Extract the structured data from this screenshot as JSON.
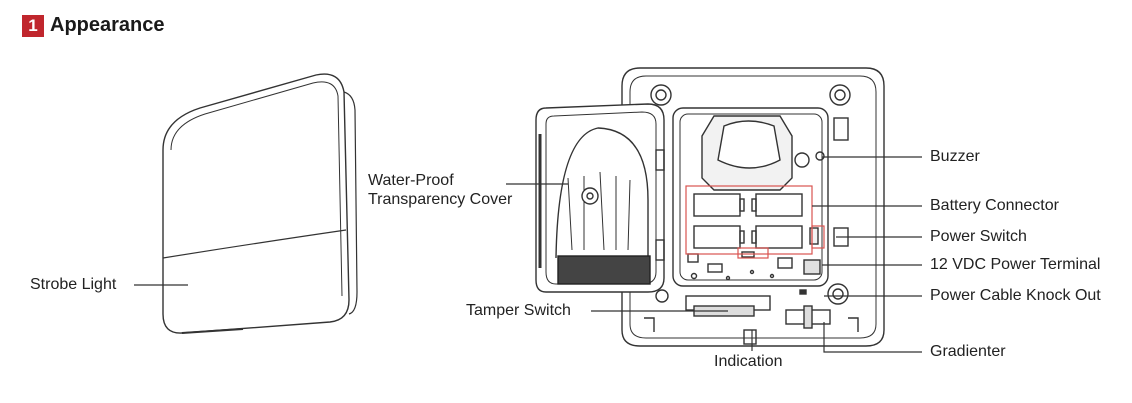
{
  "section": {
    "number": "1",
    "title": "Appearance"
  },
  "labels": {
    "strobe_light": "Strobe Light",
    "water_proof_line1": "Water-Proof",
    "water_proof_line2": "Transparency Cover",
    "tamper_switch": "Tamper Switch",
    "indication": "Indication",
    "buzzer": "Buzzer",
    "battery_connector": "Battery Connector",
    "power_switch": "Power Switch",
    "power_terminal": "12 VDC Power Terminal",
    "cable_knock_out": "Power Cable Knock Out",
    "gradienter": "Gradienter"
  },
  "colors": {
    "badge": "#c0262d",
    "callout_box": "#d9534f",
    "line": "#333333"
  }
}
